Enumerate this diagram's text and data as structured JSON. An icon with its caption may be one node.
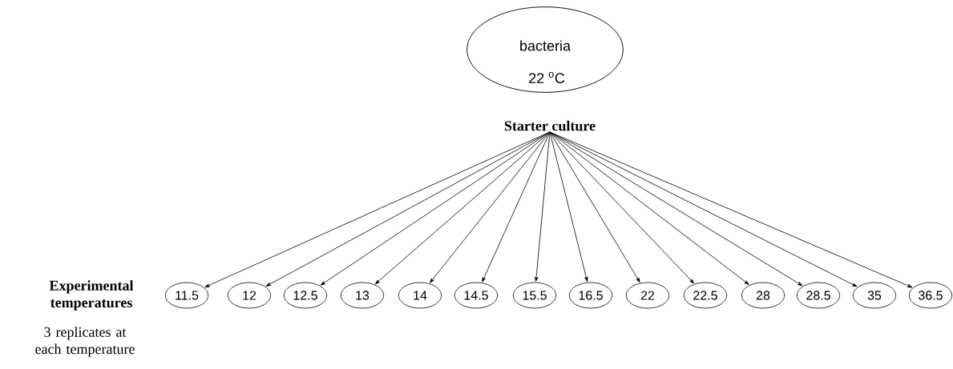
{
  "diagram": {
    "nodes": [
      {
        "text": [
          "bacteria",
          "22 $^{o}$C",
          "Starter culture"
        ]
      },
      {
        "text": [
          "11.5"
        ]
      },
      {
        "text": [
          "12"
        ]
      },
      {
        "text": [
          "12.5"
        ]
      },
      {
        "text": [
          "13"
        ]
      },
      {
        "text": [
          "14"
        ]
      },
      {
        "text": [
          "14.5"
        ]
      },
      {
        "text": [
          "15.5"
        ]
      },
      {
        "text": [
          "16.5"
        ]
      },
      {
        "text": [
          "22"
        ]
      },
      {
        "text": [
          "22.5"
        ]
      },
      {
        "text": [
          "28"
        ]
      },
      {
        "text": [
          "28.5"
        ]
      },
      {
        "text": [
          "35"
        ]
      },
      {
        "text": [
          "36.5"
        ]
      }
    ],
    "edges": [
      {
        "from": 0,
        "to": 1,
        "arrow": "to"
      },
      {
        "from": 0,
        "to": 2,
        "arrow": "to"
      },
      {
        "from": 0,
        "to": 3,
        "arrow": "to"
      },
      {
        "from": 0,
        "to": 4,
        "arrow": "to"
      },
      {
        "from": 0,
        "to": 5,
        "arrow": "to"
      },
      {
        "from": 0,
        "to": 6,
        "arrow": "to"
      },
      {
        "from": 0,
        "to": 7,
        "arrow": "to"
      },
      {
        "from": 0,
        "to": 8,
        "arrow": "to"
      },
      {
        "from": 0,
        "to": 9,
        "arrow": "to"
      },
      {
        "from": 0,
        "to": 10,
        "arrow": "to"
      },
      {
        "from": 0,
        "to": 11,
        "arrow": "to"
      },
      {
        "from": 0,
        "to": 12,
        "arrow": "to"
      },
      {
        "from": 0,
        "to": 13,
        "arrow": "to"
      },
      {
        "from": 0,
        "to": 14,
        "arrow": "to"
      }
    ],
    "labels": [
      "Experimental temperatures",
      "3 replicates at each temperature"
    ]
  }
}
